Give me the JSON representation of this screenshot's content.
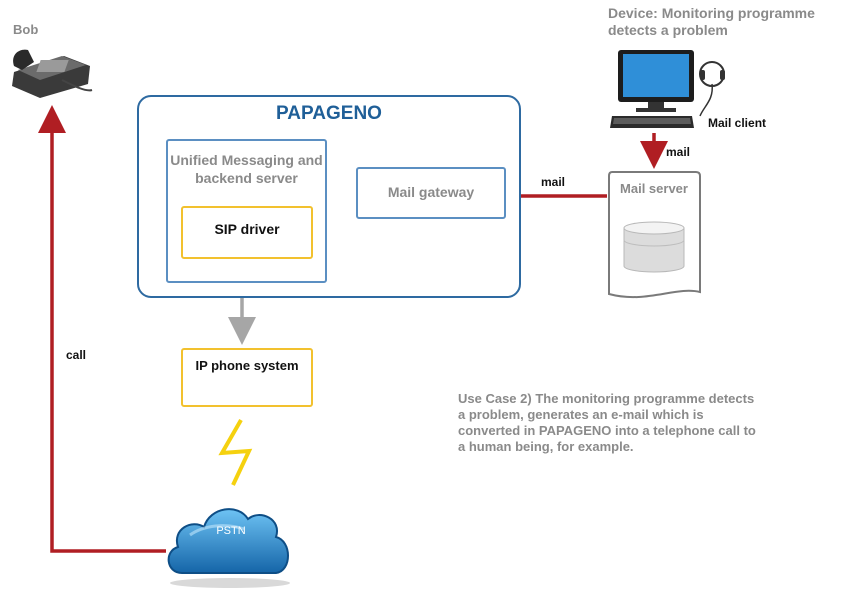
{
  "nodes": {
    "bob": "Bob",
    "device_title": "Device: Monitoring programme detects a problem",
    "mail_client": "Mail client",
    "papageno": "PAPAGENO",
    "unified_messaging": "Unified Messaging and backend server",
    "sip_driver": "SIP driver",
    "mail_gateway": "Mail gateway",
    "mail_server": "Mail server",
    "ip_phone_system": "IP phone system",
    "pstn": "PSTN"
  },
  "edges": {
    "call": "call",
    "mail_in": "mail",
    "mail_down": "mail"
  },
  "description": "Use Case 2) The monitoring programme detects a problem, generates an e-mail which is converted in PAPAGENO into a telephone call to a human being, for example.",
  "colors": {
    "papageno_border": "#2e6aa1",
    "inner_box_border": "#5b8fc2",
    "highlight_box_border": "#f2c12e",
    "flow_arrow": "#b01e23",
    "internal_arrow": "#a6a6a6",
    "lightning": "#f5d10f",
    "cloud": "#1b7cc4"
  }
}
